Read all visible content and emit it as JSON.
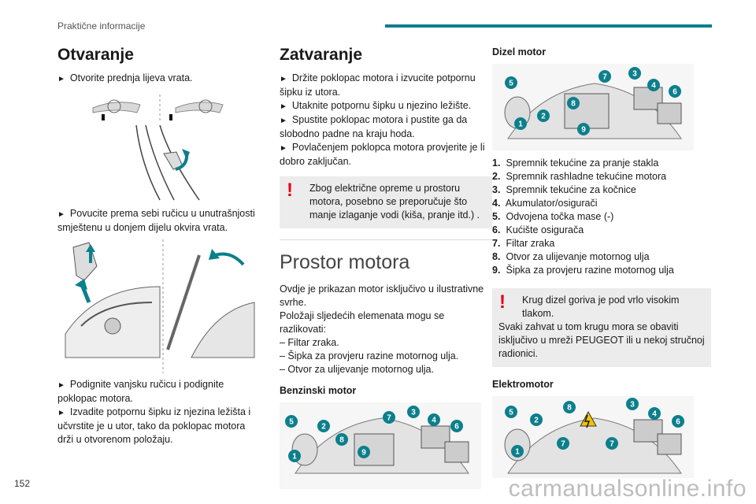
{
  "header": {
    "section": "Praktične informacije"
  },
  "page_number": "152",
  "watermark": "carmanualsonline.info",
  "col1": {
    "title": "Otvaranje",
    "step1": "Otvorite prednja lijeva vrata.",
    "step2": "Povucite prema sebi ručicu u unutrašnjosti smještenu u donjem dijelu okvira vrata.",
    "step3": "Podignite vanjsku ručicu i podignite poklopac motora.",
    "step4": "Izvadite potpornu šipku iz njezina ležišta i učvrstite je u utor, tako da poklopac motora drži u otvorenom položaju."
  },
  "col2": {
    "title": "Zatvaranje",
    "step1": "Držite poklopac motora i izvucite potpornu šipku iz utora.",
    "step2": "Utaknite potpornu šipku u njezino ležište.",
    "step3": "Spustite poklopac motora i pustite ga da slobodno padne na kraju hoda.",
    "step4": "Povlačenjem poklopca motora provjerite je li dobro zaključan.",
    "warning": "Zbog električne opreme u prostoru motora, posebno se preporučuje što manje izlaganje vodi (kiša, pranje itd.) .",
    "section2_title": "Prostor motora",
    "intro1": "Ovdje je prikazan motor isključivo u ilustrativne svrhe.",
    "intro2": "Položaji sljedećih elemenata mogu se razlikovati:",
    "dash": [
      "– Filtar zraka.",
      "– Šipka za provjeru razine motornog ulja.",
      "– Otvor za ulijevanje motornog ulja."
    ],
    "petrol_title": "Benzinski motor"
  },
  "col3": {
    "diesel_title": "Dizel motor",
    "parts": [
      {
        "n": "1.",
        "label": "Spremnik tekućine za pranje stakla"
      },
      {
        "n": "2.",
        "label": "Spremnik rashladne tekućine motora"
      },
      {
        "n": "3.",
        "label": "Spremnik tekućine za kočnice"
      },
      {
        "n": "4.",
        "label": "Akumulator/osigurači"
      },
      {
        "n": "5.",
        "label": "Odvojena točka mase (-)"
      },
      {
        "n": "6.",
        "label": "Kućište osigurača"
      },
      {
        "n": "7.",
        "label": "Filtar zraka"
      },
      {
        "n": "8.",
        "label": "Otvor za ulijevanje motornog ulja"
      },
      {
        "n": "9.",
        "label": "Šipka za provjeru razine motornog ulja"
      }
    ],
    "warning_line1": "Krug dizel goriva je pod vrlo visokim tlakom.",
    "warning_line2": "Svaki zahvat u tom krugu mora se obaviti isključivo u mreži PEUGEOT ili u nekoj stručnoj radionici.",
    "electric_title": "Elektromotor"
  },
  "callouts": {
    "diesel": [
      "5",
      "7",
      "3",
      "4",
      "6",
      "8",
      "1",
      "2",
      "9"
    ],
    "petrol": [
      "7",
      "3",
      "4",
      "6",
      "5",
      "2",
      "8",
      "1",
      "9"
    ],
    "electric": [
      "8",
      "3",
      "4",
      "5",
      "2",
      "6",
      "1",
      "7",
      "7"
    ]
  },
  "colors": {
    "accent": "#0d7f8c",
    "warning": "#e3001b",
    "note_bg": "#ececec"
  }
}
